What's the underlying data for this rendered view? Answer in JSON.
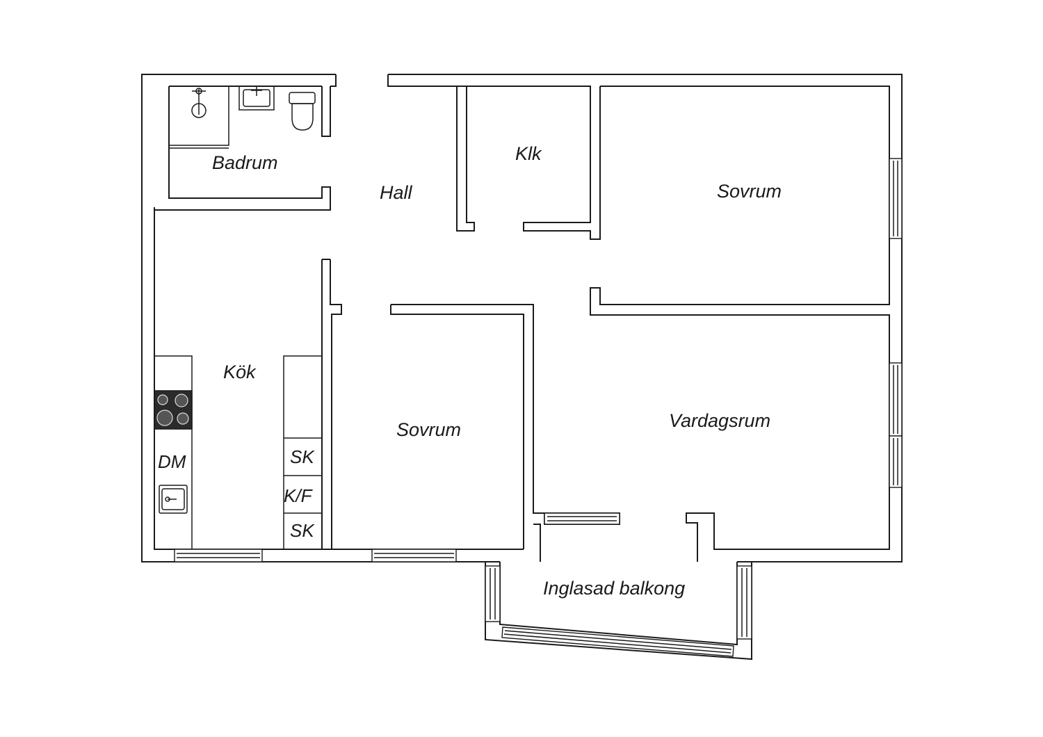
{
  "rooms": {
    "badrum": "Badrum",
    "hall": "Hall",
    "klk": "Klk",
    "sovrum_1": "Sovrum",
    "kok": "Kök",
    "sovrum_2": "Sovrum",
    "vardagsrum": "Vardagsrum",
    "balkong": "Inglasad balkong"
  },
  "appliances": {
    "dishwasher": "DM",
    "closet_1": "SK",
    "fridge_freezer": "K/F",
    "closet_2": "SK"
  }
}
